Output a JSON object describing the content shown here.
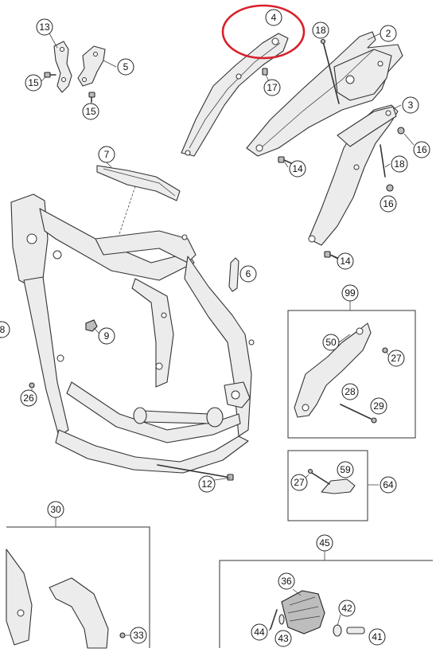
{
  "callouts": [
    {
      "id": "c13",
      "label": "13"
    },
    {
      "id": "c5",
      "label": "5"
    },
    {
      "id": "c15a",
      "label": "15"
    },
    {
      "id": "c15b",
      "label": "15"
    },
    {
      "id": "c4",
      "label": "4"
    },
    {
      "id": "c18a",
      "label": "18"
    },
    {
      "id": "c2",
      "label": "2"
    },
    {
      "id": "c17",
      "label": "17"
    },
    {
      "id": "c3",
      "label": "3"
    },
    {
      "id": "c16a",
      "label": "16"
    },
    {
      "id": "c14a",
      "label": "14"
    },
    {
      "id": "c18b",
      "label": "18"
    },
    {
      "id": "c16b",
      "label": "16"
    },
    {
      "id": "c7",
      "label": "7"
    },
    {
      "id": "c14b",
      "label": "14"
    },
    {
      "id": "c6",
      "label": "6"
    },
    {
      "id": "c99",
      "label": "99"
    },
    {
      "id": "c9",
      "label": "9"
    },
    {
      "id": "c50",
      "label": "50"
    },
    {
      "id": "c27a",
      "label": "27"
    },
    {
      "id": "c26",
      "label": "26"
    },
    {
      "id": "c28",
      "label": "28"
    },
    {
      "id": "c29",
      "label": "29"
    },
    {
      "id": "c12",
      "label": "12"
    },
    {
      "id": "c59",
      "label": "59"
    },
    {
      "id": "c27b",
      "label": "27"
    },
    {
      "id": "c64",
      "label": "64"
    },
    {
      "id": "c30",
      "label": "30"
    },
    {
      "id": "c45",
      "label": "45"
    },
    {
      "id": "c36",
      "label": "36"
    },
    {
      "id": "c42",
      "label": "42"
    },
    {
      "id": "c44",
      "label": "44"
    },
    {
      "id": "c43",
      "label": "43"
    },
    {
      "id": "c41",
      "label": "41"
    },
    {
      "id": "c33",
      "label": "33"
    },
    {
      "id": "c8",
      "label": "8"
    }
  ],
  "highlight": {
    "target": "c4",
    "color": "#d8202a"
  }
}
